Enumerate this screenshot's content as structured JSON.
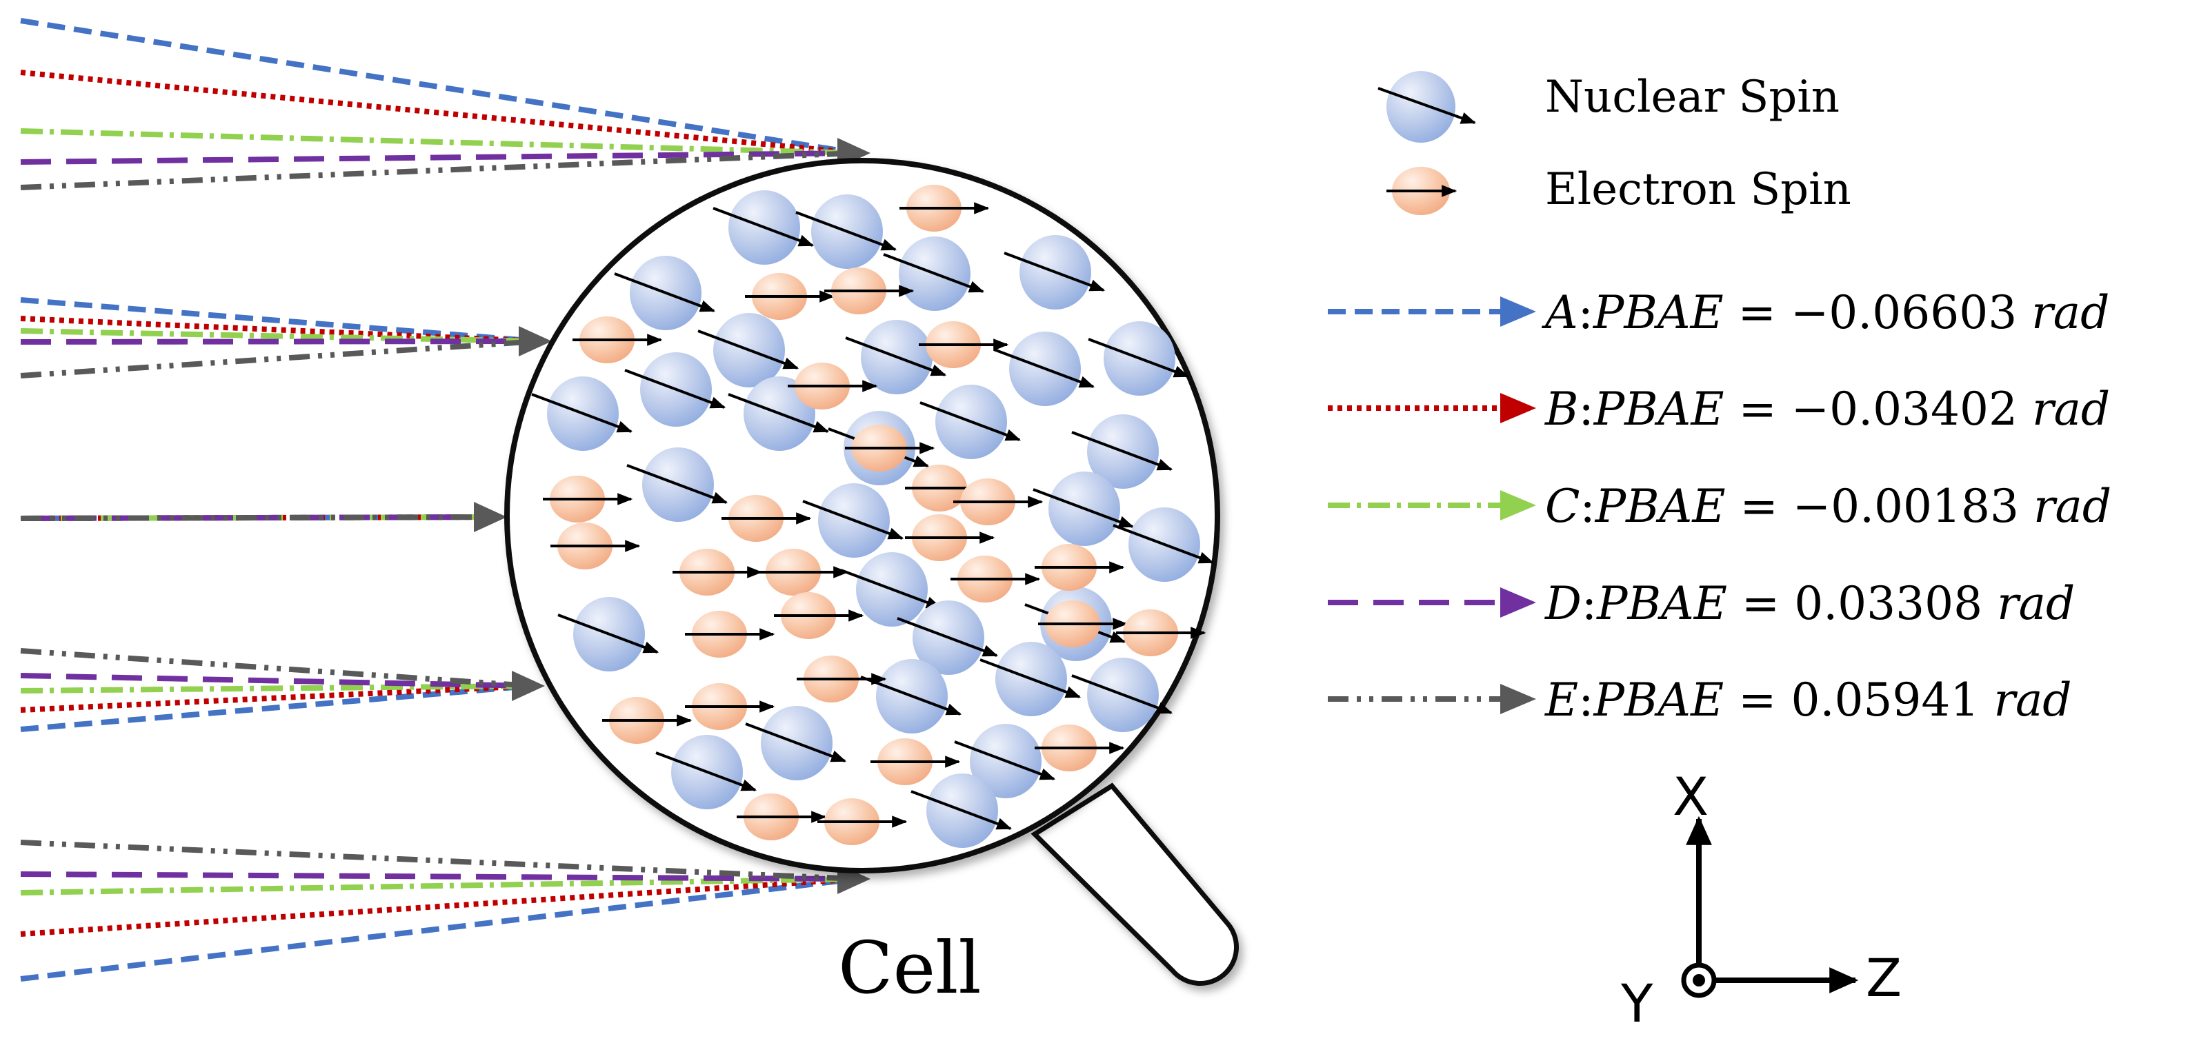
{
  "legend": {
    "nuclear_spin": "Nuclear  Spin",
    "electron_spin": "Electron Spin"
  },
  "beams": [
    {
      "id": "A",
      "pbae": "−0.06603",
      "unit": "rad",
      "color": "#4472c4",
      "dash": "26 13"
    },
    {
      "id": "B",
      "pbae": "−0.03402",
      "unit": "rad",
      "color": "#c00000",
      "dash": "7 7"
    },
    {
      "id": "C",
      "pbae": "−0.00183",
      "unit": "rad",
      "color": "#92d050",
      "dash": "32 10 6 10"
    },
    {
      "id": "D",
      "pbae": "0.03308",
      "unit": "rad",
      "color": "#7030a0",
      "dash": "44 22"
    },
    {
      "id": "E",
      "pbae": "0.05941",
      "unit": "rad",
      "color": "#595959",
      "dash": "30 12 6 12 6 12"
    }
  ],
  "cell_label": "Cell",
  "axes": {
    "x": "X",
    "y": "Y",
    "z": "Z"
  },
  "colors": {
    "nuclear": "#a9bde4",
    "electron": "#f7c3a4",
    "outline": "#111111"
  },
  "icons": {
    "nuclear": "blue-sphere-icon",
    "electron": "orange-sphere-icon"
  }
}
